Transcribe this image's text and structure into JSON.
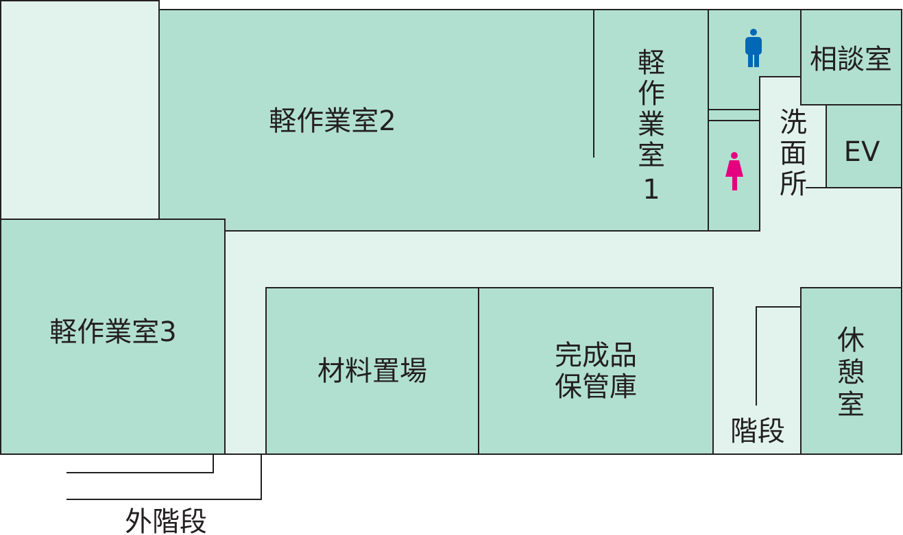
{
  "colors": {
    "room": "#b2e0d0",
    "corridor": "#e2f3ee",
    "line": "#231f20",
    "men_icon": "#0068b7",
    "women_icon": "#e4007f"
  },
  "rooms": {
    "light_work_2": "軽作業室2",
    "light_work_1": [
      "軽",
      "作",
      "業",
      "室",
      "1"
    ],
    "consultation": "相談室",
    "washroom": [
      "洗",
      "面",
      "所"
    ],
    "ev": "EV",
    "light_work_3": "軽作業室3",
    "materials": "材料置場",
    "finished_storage": [
      "完成品",
      "保管庫"
    ],
    "stairs": "階段",
    "rest_room": [
      "休",
      "憩",
      "室"
    ],
    "outer_stairs": "外階段"
  },
  "icons": {
    "men": "men-toilet-icon",
    "women": "women-toilet-icon"
  }
}
